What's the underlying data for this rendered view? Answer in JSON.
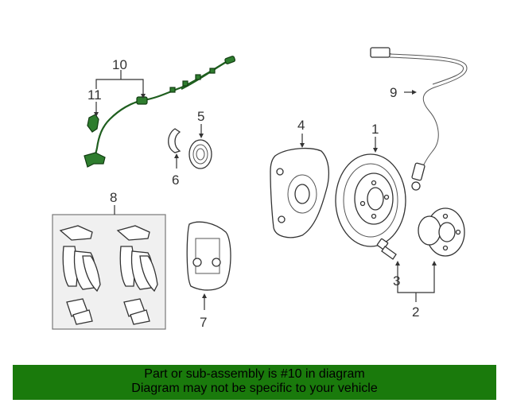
{
  "callouts": {
    "c1": "1",
    "c2": "2",
    "c3": "3",
    "c4": "4",
    "c5": "5",
    "c6": "6",
    "c7": "7",
    "c8": "8",
    "c9": "9",
    "c10": "10",
    "c11": "11"
  },
  "highlight_color": "#2e7d2e",
  "banner": {
    "line1": "Part or sub-assembly is #10 in diagram",
    "line2": "Diagram may not be specific to your vehicle",
    "background": "#1a7a0c"
  }
}
